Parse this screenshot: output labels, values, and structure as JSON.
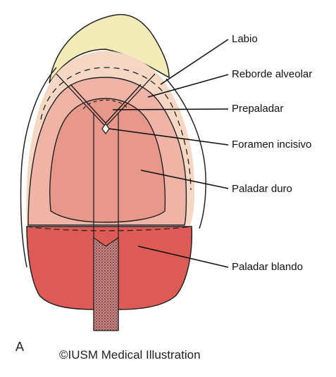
{
  "labels": {
    "labio": "Labio",
    "reborde": "Reborde alveolar",
    "prepaladar": "Prepaladar",
    "foramen": "Foramen incisivo",
    "duro": "Paladar duro",
    "blando": "Paladar blando"
  },
  "figure_letter": "A",
  "copyright": "©IUSM Medical Illustration",
  "colors": {
    "lip": "#f3ecb8",
    "alveolar": "#f6d7c4",
    "palate_outer": "#efb4a6",
    "hard_palate_inner": "#e7988a",
    "soft_palate": "#dd5a57",
    "uvula_stipple": "#6e2a2a",
    "outline": "#222222"
  }
}
